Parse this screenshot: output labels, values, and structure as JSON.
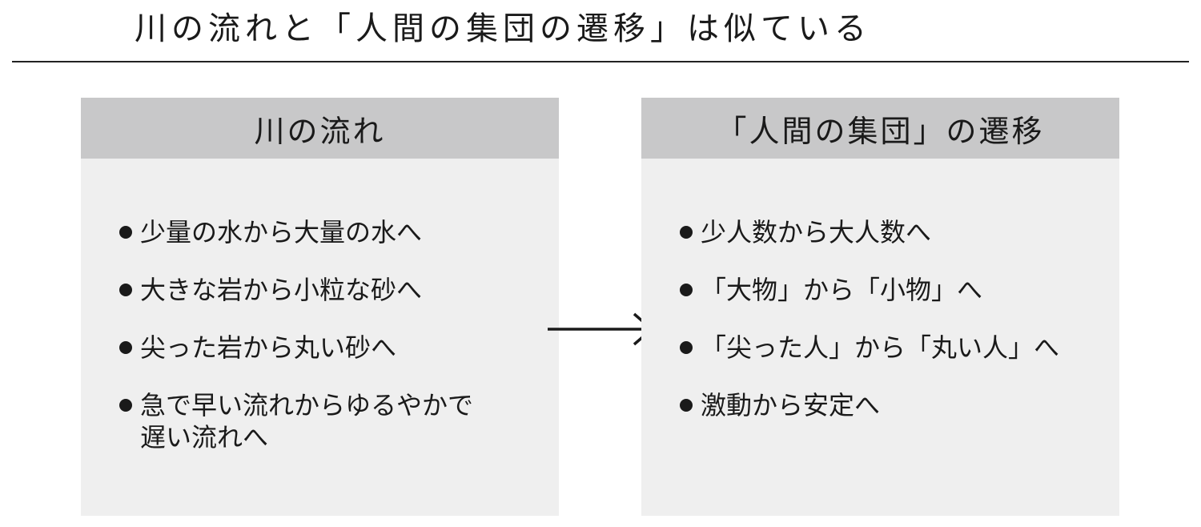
{
  "title": "川の流れと「人間の集団の遷移」は似ている",
  "left_panel": {
    "header": "川の流れ",
    "items": [
      "少量の水から大量の水へ",
      "大きな岩から小粒な砂へ",
      "尖った岩から丸い砂へ",
      "急で早い流れからゆるやかで\n遅い流れへ"
    ]
  },
  "right_panel": {
    "header": "「人間の集団」の遷移",
    "items": [
      "少人数から大人数へ",
      "「大物」から「小物」へ",
      "「尖った人」から「丸い人」へ",
      "激動から安定へ"
    ]
  },
  "colors": {
    "header_bg": "#c8c8c9",
    "panel_bg": "#efefef",
    "text": "#1a1a1a"
  }
}
